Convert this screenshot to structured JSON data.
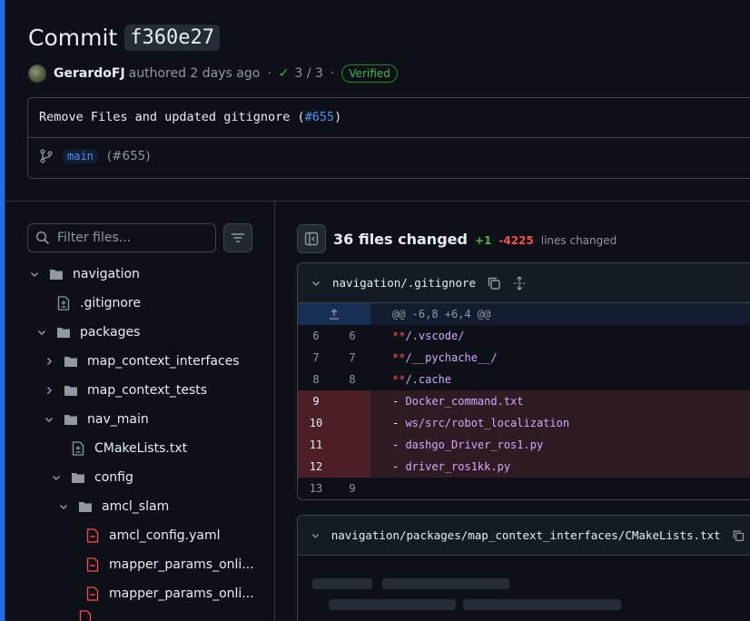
{
  "commit": {
    "title_prefix": "Commit",
    "sha": "f360e27"
  },
  "meta": {
    "author": "GerardoFJ",
    "authored_text": "authored 2 days ago",
    "checks": "3 / 3",
    "verified": "Verified"
  },
  "message": {
    "text": "Remove Files and updated gitignore (",
    "pr": "#655",
    "close": ")"
  },
  "branch": {
    "name": "main",
    "pr": "(#655)"
  },
  "filter": {
    "placeholder": "Filter files..."
  },
  "tree": [
    {
      "label": "navigation",
      "type": "folder",
      "expanded": true
    },
    {
      "label": ".gitignore",
      "type": "file-modified"
    },
    {
      "label": "packages",
      "type": "folder",
      "expanded": true
    },
    {
      "label": "map_context_interfaces",
      "type": "folder",
      "expanded": false
    },
    {
      "label": "map_context_tests",
      "type": "folder",
      "expanded": false
    },
    {
      "label": "nav_main",
      "type": "folder",
      "expanded": true
    },
    {
      "label": "CMakeLists.txt",
      "type": "file-modified"
    },
    {
      "label": "config",
      "type": "folder",
      "expanded": true
    },
    {
      "label": "amcl_slam",
      "type": "folder",
      "expanded": true
    },
    {
      "label": "amcl_config.yaml",
      "type": "file-deleted"
    },
    {
      "label": "mapper_params_onli...",
      "type": "file-deleted"
    },
    {
      "label": "mapper_params_onli...",
      "type": "file-deleted"
    }
  ],
  "summary": {
    "files_changed": "36 files changed",
    "additions": "+1",
    "deletions": "-4225",
    "lines_changed": "lines changed"
  },
  "file1": {
    "name": "navigation/.gitignore",
    "hunk": "@@ -6,8 +6,4 @@",
    "rows": [
      {
        "old": "6",
        "new": "6",
        "type": "ctx",
        "stars": "**",
        "code": "/.vscode/"
      },
      {
        "old": "7",
        "new": "7",
        "type": "ctx",
        "stars": "**",
        "code": "/__pychache__/"
      },
      {
        "old": "8",
        "new": "8",
        "type": "ctx",
        "stars": "**",
        "code": "/.cache"
      },
      {
        "old": "9",
        "new": "",
        "type": "del",
        "stars": "",
        "code": "Docker_command.txt"
      },
      {
        "old": "10",
        "new": "",
        "type": "del",
        "stars": "",
        "code": "ws/src/robot_localization"
      },
      {
        "old": "11",
        "new": "",
        "type": "del",
        "stars": "",
        "code": "dashgo_Driver_ros1.py"
      },
      {
        "old": "12",
        "new": "",
        "type": "del",
        "stars": "",
        "code": "driver_ros1kk.py"
      },
      {
        "old": "13",
        "new": "9",
        "type": "ctx",
        "stars": "",
        "code": ""
      }
    ]
  },
  "file2": {
    "name": "navigation/packages/map_context_interfaces/CMakeLists.txt"
  },
  "colors": {
    "accent": "#4493f8",
    "added": "#3fb950",
    "deleted": "#f85149",
    "bg": "#0d1117"
  }
}
